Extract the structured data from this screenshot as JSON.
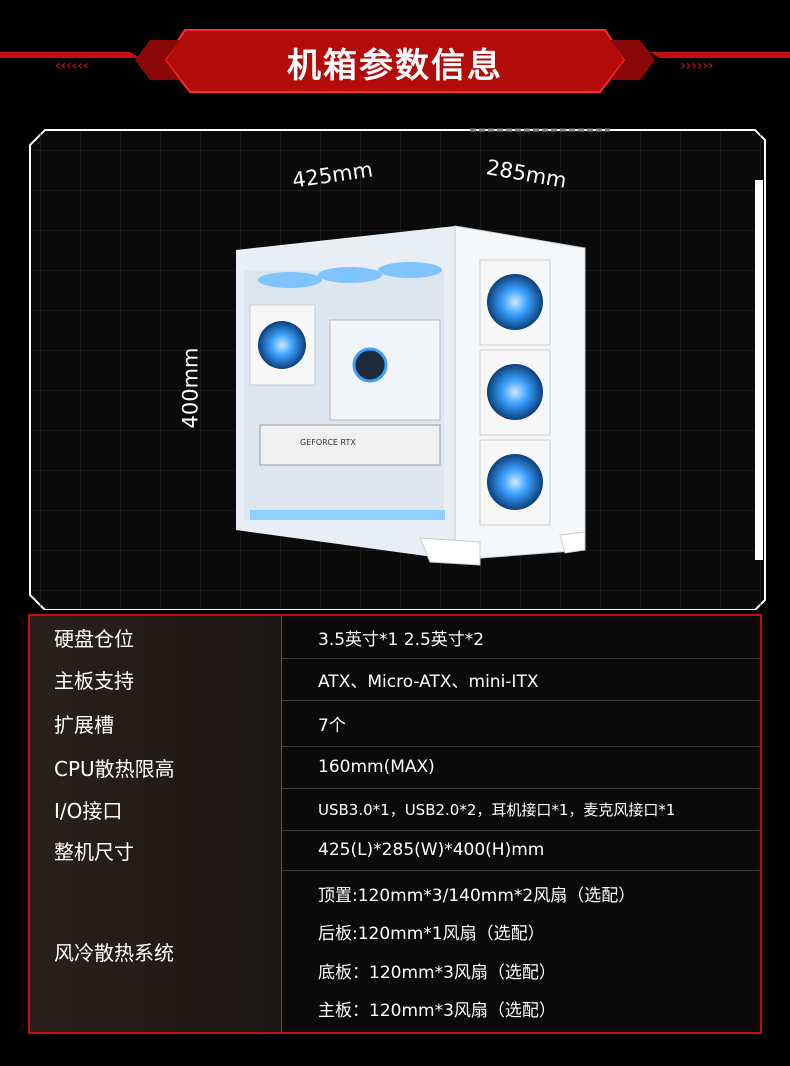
{
  "header": {
    "title": "机箱参数信息"
  },
  "dimensions": {
    "width": "425mm",
    "depth": "285mm",
    "height": "400mm"
  },
  "specs": [
    {
      "label": "硬盘仓位",
      "value": "3.5英寸*1  2.5英寸*2"
    },
    {
      "label": "主板支持",
      "value": "ATX、Micro-ATX、mini-ITX"
    },
    {
      "label": "扩展槽",
      "value": "7个"
    },
    {
      "label": "CPU散热限高",
      "value": "160mm(MAX)"
    },
    {
      "label": "I/O接口",
      "value": "USB3.0*1，USB2.0*2，耳机接口*1，麦克风接口*1"
    },
    {
      "label": "整机尺寸",
      "value": "425(L)*285(W)*400(H)mm"
    }
  ],
  "cooling": {
    "label": "风冷散热系统",
    "lines": [
      "顶置:120mm*3/140mm*2风扇（选配）",
      "后板:120mm*1风扇（选配）",
      "底板：120mm*3风扇（选配）",
      "主板：120mm*3风扇（选配）"
    ]
  },
  "colors": {
    "accent": "#c40d0d",
    "bg": "#000000",
    "fan_glow": "#3aa0ff"
  }
}
